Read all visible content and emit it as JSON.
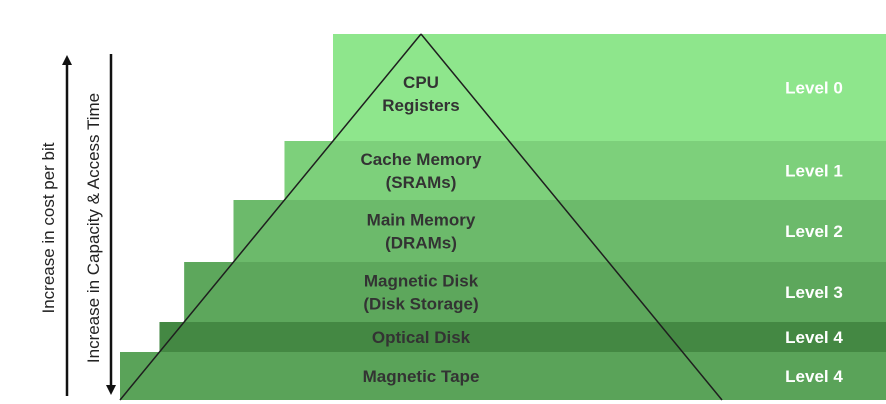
{
  "axes": {
    "cost_label": "Increase in cost per bit",
    "capacity_label": "Increase in Capacity & Access Time"
  },
  "colors": {
    "band_light": "#8ee68c",
    "band_dark": "#2f6d2f",
    "pyramid_edge": "#1f1f1f",
    "arrow": "#111111"
  },
  "tiers": [
    {
      "lines": [
        "CPU",
        "Registers"
      ],
      "level": "Level 0"
    },
    {
      "lines": [
        "Cache Memory",
        "(SRAMs)"
      ],
      "level": "Level 1"
    },
    {
      "lines": [
        "Main Memory",
        "(DRAMs)"
      ],
      "level": "Level 2"
    },
    {
      "lines": [
        "Magnetic Disk",
        "(Disk Storage)"
      ],
      "level": "Level 3"
    },
    {
      "lines": [
        "Optical Disk"
      ],
      "level": "Level 4"
    },
    {
      "lines": [
        "Magnetic Tape"
      ],
      "level": "Level 4"
    }
  ]
}
